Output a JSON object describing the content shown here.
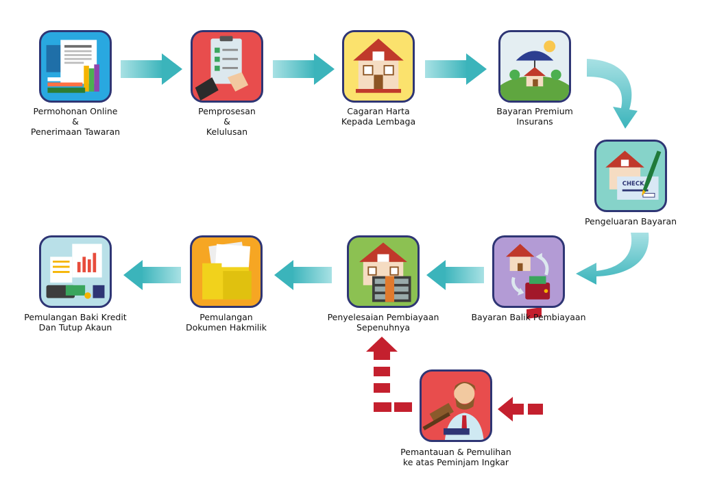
{
  "steps": [
    {
      "id": "s1",
      "lines": [
        "Permohonan Online",
        "&",
        "Penerimaan Tawaran"
      ],
      "icon": "documents-books-icon",
      "bg": "#29a8e0"
    },
    {
      "id": "s2",
      "lines": [
        "Pemprosesan",
        "&",
        "Kelulusan"
      ],
      "icon": "checklist-clipboard-icon",
      "bg": "#e84d4d"
    },
    {
      "id": "s3",
      "lines": [
        "Cagaran Harta",
        "Kepada Lembaga"
      ],
      "icon": "house-icon",
      "bg": "#fbe26d"
    },
    {
      "id": "s4",
      "lines": [
        "Bayaran Premium",
        "Insurans"
      ],
      "icon": "house-umbrella-icon",
      "bg": "#e4eef2"
    },
    {
      "id": "s5",
      "lines": [
        "Pengeluaran Bayaran"
      ],
      "icon": "house-cheque-pen-icon",
      "bg": "#86d3c9",
      "check_text": "CHECK"
    },
    {
      "id": "s6",
      "lines": [
        "Bayaran Balik Pembiayaan"
      ],
      "icon": "house-wallet-cycle-icon",
      "bg": "#b39bd5"
    },
    {
      "id": "s7",
      "lines": [
        "Penyelesaian Pembiayaan",
        "Sepenuhnya"
      ],
      "icon": "house-money-stack-icon",
      "bg": "#8cc152"
    },
    {
      "id": "s8",
      "lines": [
        "Pemulangan",
        "Dokumen Hakmilik"
      ],
      "icon": "folder-documents-icon",
      "bg": "#f6a623"
    },
    {
      "id": "s9",
      "lines": [
        "Pemulangan Baki Kredit",
        "Dan Tutup Akaun"
      ],
      "icon": "report-wallet-icon",
      "bg": "#b9e0e8"
    },
    {
      "id": "s10",
      "lines": [
        "Pemantauan & Pemulihan",
        "ke atas Peminjam Ingkar"
      ],
      "icon": "judge-gavel-icon",
      "bg": "#e84d4d"
    }
  ],
  "colors": {
    "flow_arrow": "#5ec6cc",
    "alert_arrow": "#c4202e",
    "border": "#2e3574"
  }
}
